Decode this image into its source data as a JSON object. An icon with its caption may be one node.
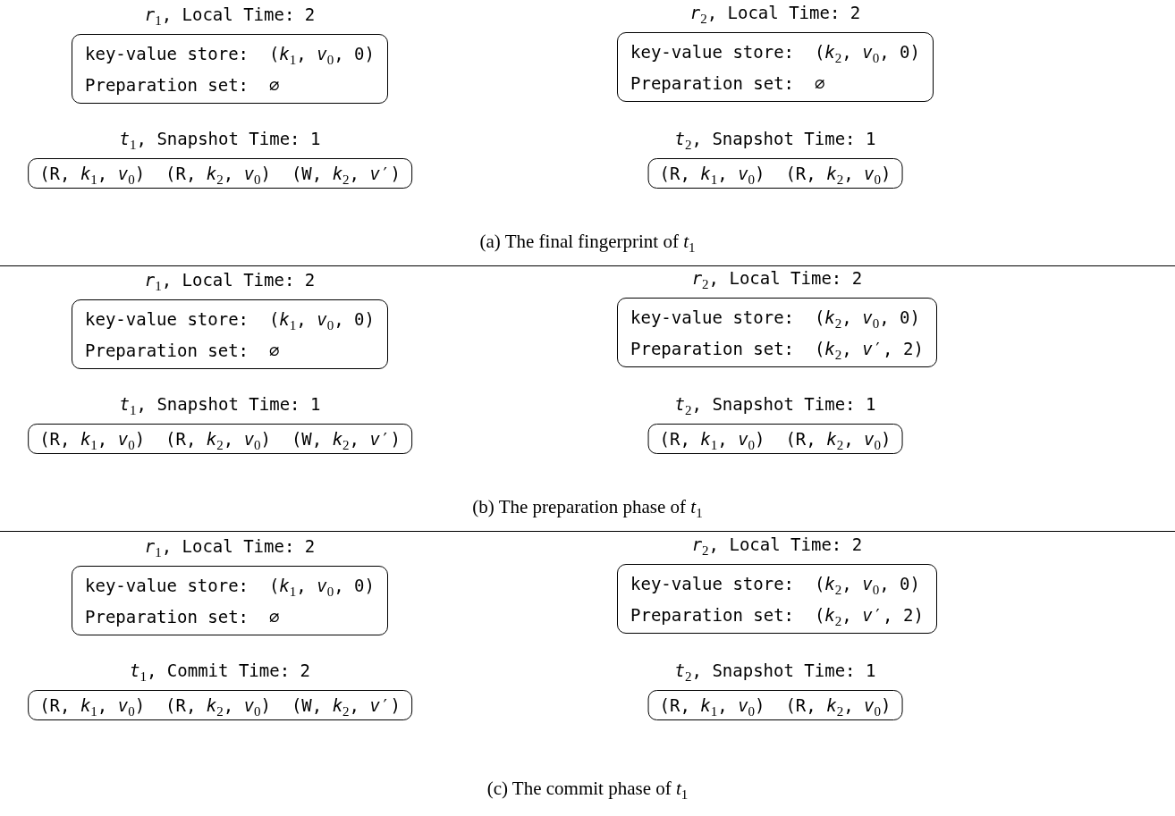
{
  "diagram": {
    "nodes": [
      {
        "text": [
          "*r*$_{1}$, Local Time: 2",
          "key-value store:  (*k*$_{1}$, *v*$_{0}$, 0)",
          "Preparation set:  ∅"
        ]
      },
      {
        "text": [
          "*r*$_{2}$, Local Time: 2",
          "key-value store:  (*k*$_{2}$, *v*$_{0}$, 0)",
          "Preparation set:  ∅"
        ]
      },
      {
        "text": [
          "*t*$_{1}$, Snapshot Time: 1",
          "(R, *k*$_{1}$, *v*$_{0}$)  (R, *k*$_{2}$, *v*$_{0}$)  (W, *k*$_{2}$, *v*′)"
        ]
      },
      {
        "text": [
          "*t*$_{2}$, Snapshot Time: 1",
          "(R, *k*$_{1}$, *v*$_{0}$)  (R, *k*$_{2}$, *v*$_{0}$)"
        ]
      },
      {
        "text": [
          "*r*$_{1}$, Local Time: 2",
          "key-value store:  (*k*$_{1}$, *v*$_{0}$, 0)",
          "Preparation set:  ∅"
        ]
      },
      {
        "text": [
          "*r*$_{2}$, Local Time: 2",
          "key-value store:  (*k*$_{2}$, *v*$_{0}$, 0)",
          "Preparation set:  (*k*$_{2}$, *v*′, 2)"
        ]
      },
      {
        "text": [
          "*t*$_{1}$, Snapshot Time: 1",
          "(R, *k*$_{1}$, *v*$_{0}$)  (R, *k*$_{2}$, *v*$_{0}$)  (W, *k*$_{2}$, *v*′)"
        ]
      },
      {
        "text": [
          "*t*$_{2}$, Snapshot Time: 1",
          "(R, *k*$_{1}$, *v*$_{0}$)  (R, *k*$_{2}$, *v*$_{0}$)"
        ]
      },
      {
        "text": [
          "*r*$_{1}$, Local Time: 2",
          "key-value store:  (*k*$_{1}$, *v*$_{0}$, 0)",
          "Preparation set:  ∅"
        ]
      },
      {
        "text": [
          "*r*$_{2}$, Local Time: 2",
          "key-value store:  (*k*$_{2}$, *v*$_{0}$, 0)",
          "Preparation set:  (*k*$_{2}$, *v*′, 2)"
        ]
      },
      {
        "text": [
          "*t*$_{1}$, Commit Time: 2",
          "(R, *k*$_{1}$, *v*$_{0}$)  (R, *k*$_{2}$, *v*$_{0}$)  (W, *k*$_{2}$, *v*′)"
        ]
      },
      {
        "text": [
          "*t*$_{2}$, Snapshot Time: 1",
          "(R, *k*$_{1}$, *v*$_{0}$)  (R, *k*$_{2}$, *v*$_{0}$)"
        ]
      }
    ],
    "labels": [
      "(a) The final fingerprint of *t*$_{1}$",
      "(b) The preparation phase of *t*$_{1}$",
      "(c) The commit phase of *t*$_{1}$"
    ]
  }
}
